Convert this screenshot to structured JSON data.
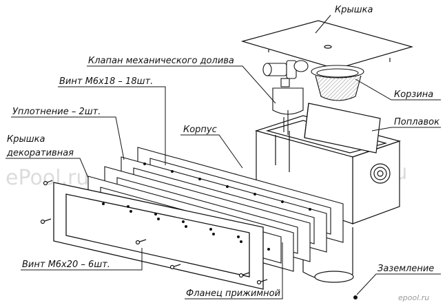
{
  "labels": {
    "cover_top": "Крышка",
    "valve": "Клапан механического долива",
    "basket": "Корзина",
    "screw_m6x18": "Винт М6х18 – 18шт.",
    "float": "Поплавок",
    "seal": "Уплотнение – 2шт.",
    "body": "Корпус",
    "cover_decor_line1": "Крышка",
    "cover_decor_line2": "декоративная",
    "screw_m6x20": "Винт М6х20 – 6шт.",
    "grounding": "Заземление",
    "flange": "Фланец прижимной"
  },
  "watermarks": {
    "main": "ePool.ru",
    "corner": "epool.ru"
  }
}
